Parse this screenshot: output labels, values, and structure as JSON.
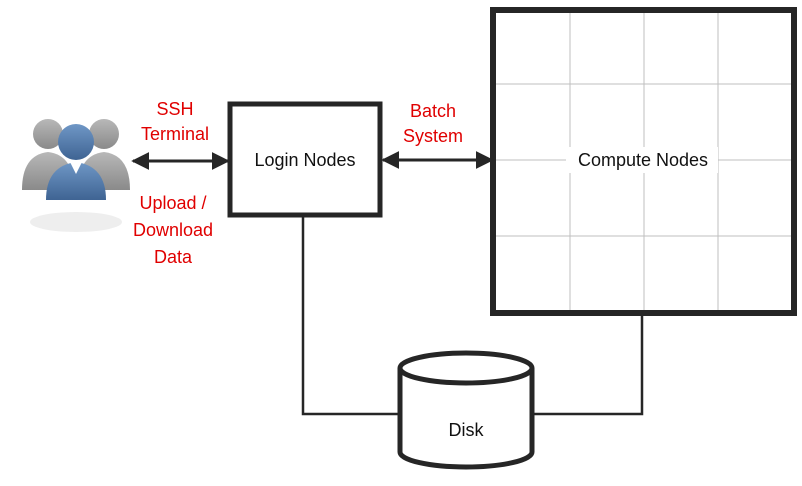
{
  "colors": {
    "box_stroke": "#262626",
    "grid_line": "#bfbfbf",
    "connector": "#262626",
    "annotation": "#e00000",
    "users_front": "#4f77a8",
    "users_back": "#9a9a9a"
  },
  "icons": {
    "users": "users-group-icon"
  },
  "nodes": {
    "login": {
      "label": "Login Nodes"
    },
    "compute": {
      "label": "Compute Nodes"
    },
    "disk": {
      "label": "Disk"
    }
  },
  "annotations": {
    "ssh": [
      "SSH",
      "Terminal"
    ],
    "upload": [
      "Upload /",
      "Download",
      "Data"
    ],
    "batch": [
      "Batch",
      "System"
    ]
  }
}
